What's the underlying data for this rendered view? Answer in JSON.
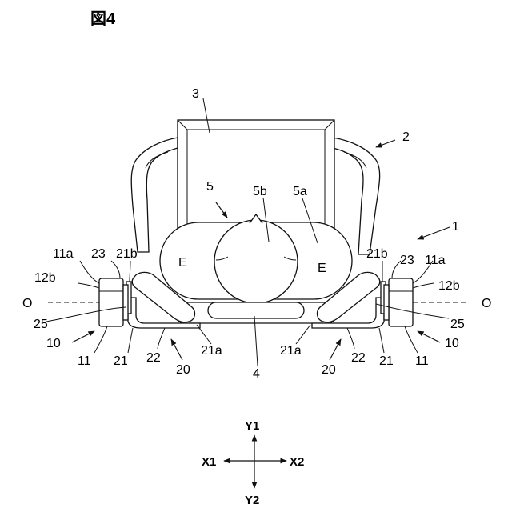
{
  "figure": {
    "title": "図4",
    "labels": {
      "n1": "1",
      "n2": "2",
      "n3": "3",
      "n4": "4",
      "n5": "5",
      "n5a": "5a",
      "n5b": "5b",
      "E_left": "E",
      "E_right": "E",
      "O_left": "O",
      "O_right": "O",
      "left_11a": "11a",
      "left_23": "23",
      "left_21b": "21b",
      "left_12b": "12b",
      "left_25": "25",
      "left_10": "10",
      "left_11": "11",
      "left_21": "21",
      "left_22": "22",
      "left_20": "20",
      "left_21a": "21a",
      "right_21b": "21b",
      "right_23": "23",
      "right_11a": "11a",
      "right_12b": "12b",
      "right_25": "25",
      "right_10": "10",
      "right_11": "11",
      "right_21": "21",
      "right_22": "22",
      "right_20": "20",
      "right_21a": "21a"
    },
    "axes": {
      "y1": "Y1",
      "y2": "Y2",
      "x1": "X1",
      "x2": "X2"
    }
  }
}
